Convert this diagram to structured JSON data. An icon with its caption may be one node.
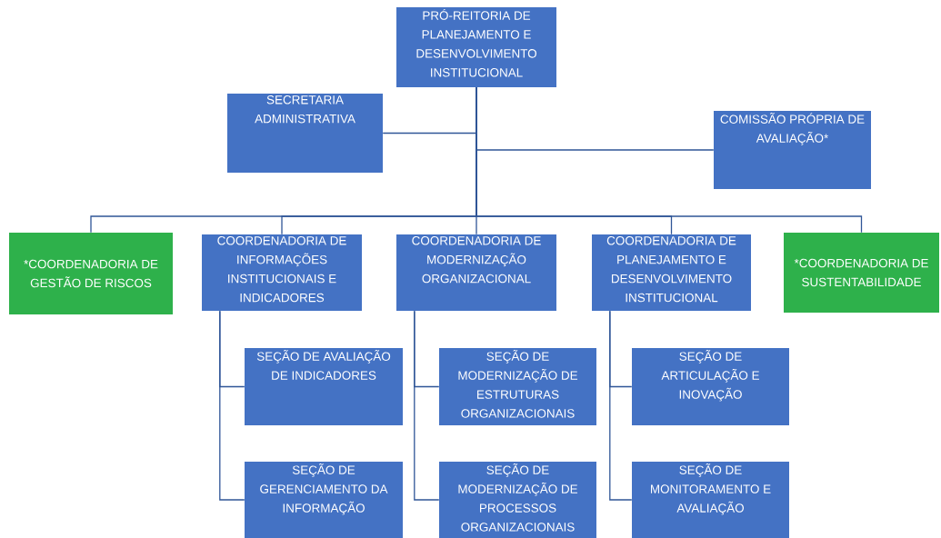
{
  "diagram": {
    "nodes": [
      {
        "text": [
          "PRÓ-REITORIA DE PLANEJAMENTO E DESENVOLVIMENTO INSTITUCIONAL"
        ]
      },
      {
        "text": [
          "SECRETARIA ADMINISTRATIVA"
        ]
      },
      {
        "text": [
          "COMISSÃO PRÓPRIA DE AVALIAÇÃO*"
        ]
      },
      {
        "text": [
          "*COORDENADORIA DE GESTÃO DE RISCOS"
        ]
      },
      {
        "text": [
          "COORDENADORIA DE INFORMAÇÕES INSTITUCIONAIS E INDICADORES"
        ]
      },
      {
        "text": [
          "COORDENADORIA DE MODERNIZAÇÃO ORGANIZACIONAL"
        ]
      },
      {
        "text": [
          "COORDENADORIA DE PLANEJAMENTO E DESENVOLVIMENTO INSTITUCIONAL"
        ]
      },
      {
        "text": [
          "*COORDENADORIA DE SUSTENTABILIDADE"
        ]
      },
      {
        "text": [
          "SEÇÃO DE AVALIAÇÃO DE INDICADORES"
        ]
      },
      {
        "text": [
          "SEÇÃO DE GERENCIAMENTO DA INFORMAÇÃO"
        ]
      },
      {
        "text": [
          "SEÇÃO DE MODERNIZAÇÃO DE ESTRUTURAS ORGANIZACIONAIS"
        ]
      },
      {
        "text": [
          "SEÇÃO DE MODERNIZAÇÃO DE PROCESSOS ORGANIZACIONAIS"
        ]
      },
      {
        "text": [
          "SEÇÃO DE ARTICULAÇÃO E INOVAÇÃO"
        ]
      },
      {
        "text": [
          "SEÇÃO DE MONITORAMENTO E AVALIAÇÃO"
        ]
      }
    ],
    "edges": [
      {
        "from": 0,
        "to": 1,
        "arrow": "none"
      },
      {
        "from": 0,
        "to": 2,
        "arrow": "none"
      },
      {
        "from": 0,
        "to": 3,
        "arrow": "none"
      },
      {
        "from": 0,
        "to": 4,
        "arrow": "none"
      },
      {
        "from": 0,
        "to": 5,
        "arrow": "none"
      },
      {
        "from": 0,
        "to": 6,
        "arrow": "none"
      },
      {
        "from": 0,
        "to": 7,
        "arrow": "none"
      },
      {
        "from": 4,
        "to": 8,
        "arrow": "none"
      },
      {
        "from": 4,
        "to": 9,
        "arrow": "none"
      },
      {
        "from": 5,
        "to": 10,
        "arrow": "none"
      },
      {
        "from": 5,
        "to": 11,
        "arrow": "none"
      },
      {
        "from": 6,
        "to": 12,
        "arrow": "none"
      },
      {
        "from": 6,
        "to": 13,
        "arrow": "none"
      }
    ]
  }
}
